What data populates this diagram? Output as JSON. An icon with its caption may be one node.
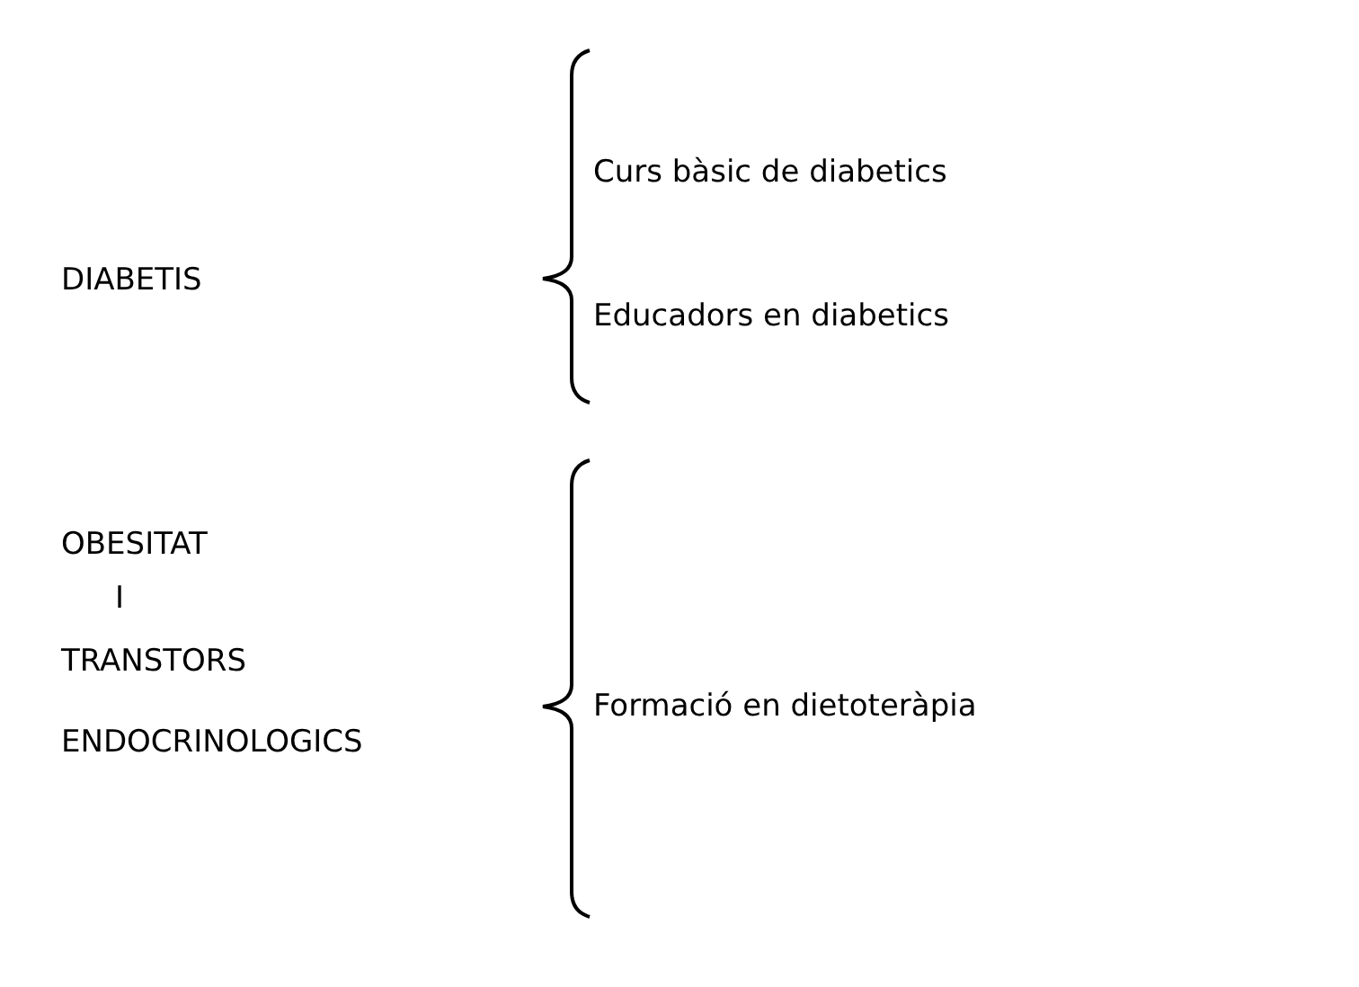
{
  "diagram": {
    "labels": [
      "Curs bàsic de diabetics",
      "DIABETIS",
      "Educadors en diabetics",
      "OBESITAT",
      "I",
      "TRANSTORS",
      "Formació en dietoteràpia",
      "ENDOCRINOLOGICS"
    ]
  }
}
